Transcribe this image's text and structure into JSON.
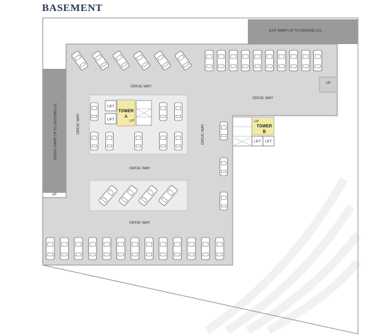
{
  "title": "BASEMENT",
  "labels": {
    "exit_ramp": "EXIT RAMP UP TO GROUND LVL.",
    "entry_ramp": "ENTRY RAMP UP TO GROUND LVL.",
    "drive_way": "DRIVE WAY",
    "up": "UP",
    "lift": "LIFT",
    "tower_a_line1": "TOWER",
    "tower_a_line2": "A",
    "tower_b_line1": "TOWER",
    "tower_b_line2": "B"
  },
  "colors": {
    "floor": "#d7d7d7",
    "island": "#ececec",
    "ramp": "#9a9a9a",
    "core": "#f3eaa8",
    "outline": "#8f8f8f",
    "car": "#ffffff"
  }
}
